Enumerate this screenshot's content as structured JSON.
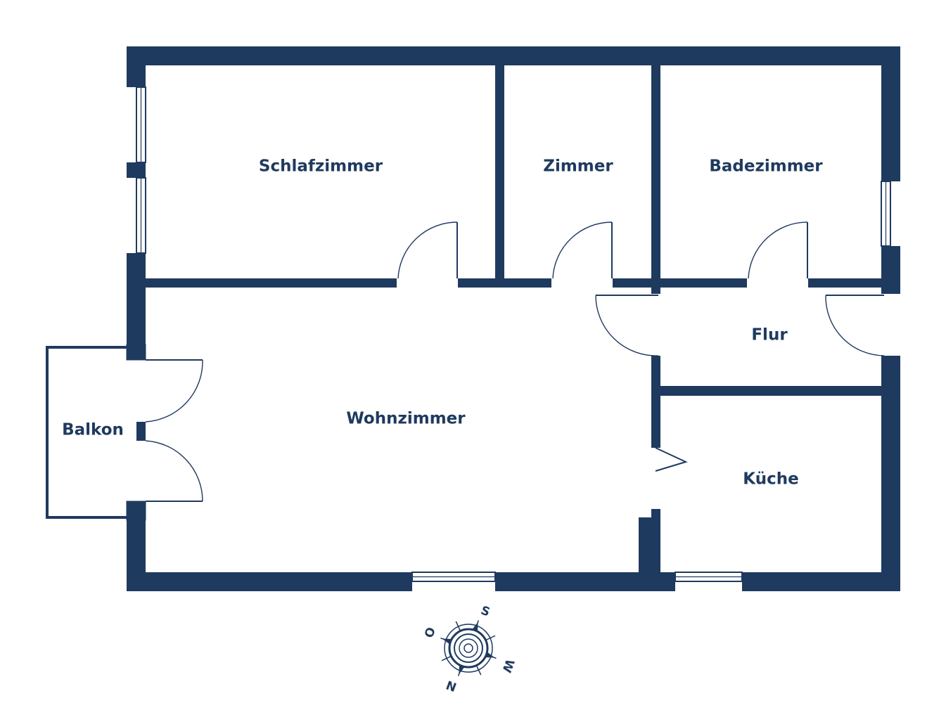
{
  "colors": {
    "wall": "#1f3a5f",
    "background": "#ffffff",
    "window": "#ffffff"
  },
  "rooms": {
    "schlafzimmer": "Schlafzimmer",
    "zimmer": "Zimmer",
    "badezimmer": "Badezimmer",
    "flur": "Flur",
    "wohnzimmer": "Wohnzimmer",
    "balkon": "Balkon",
    "kueche": "Küche"
  },
  "compass": {
    "n": "N",
    "o": "O",
    "s": "S",
    "w": "W"
  }
}
